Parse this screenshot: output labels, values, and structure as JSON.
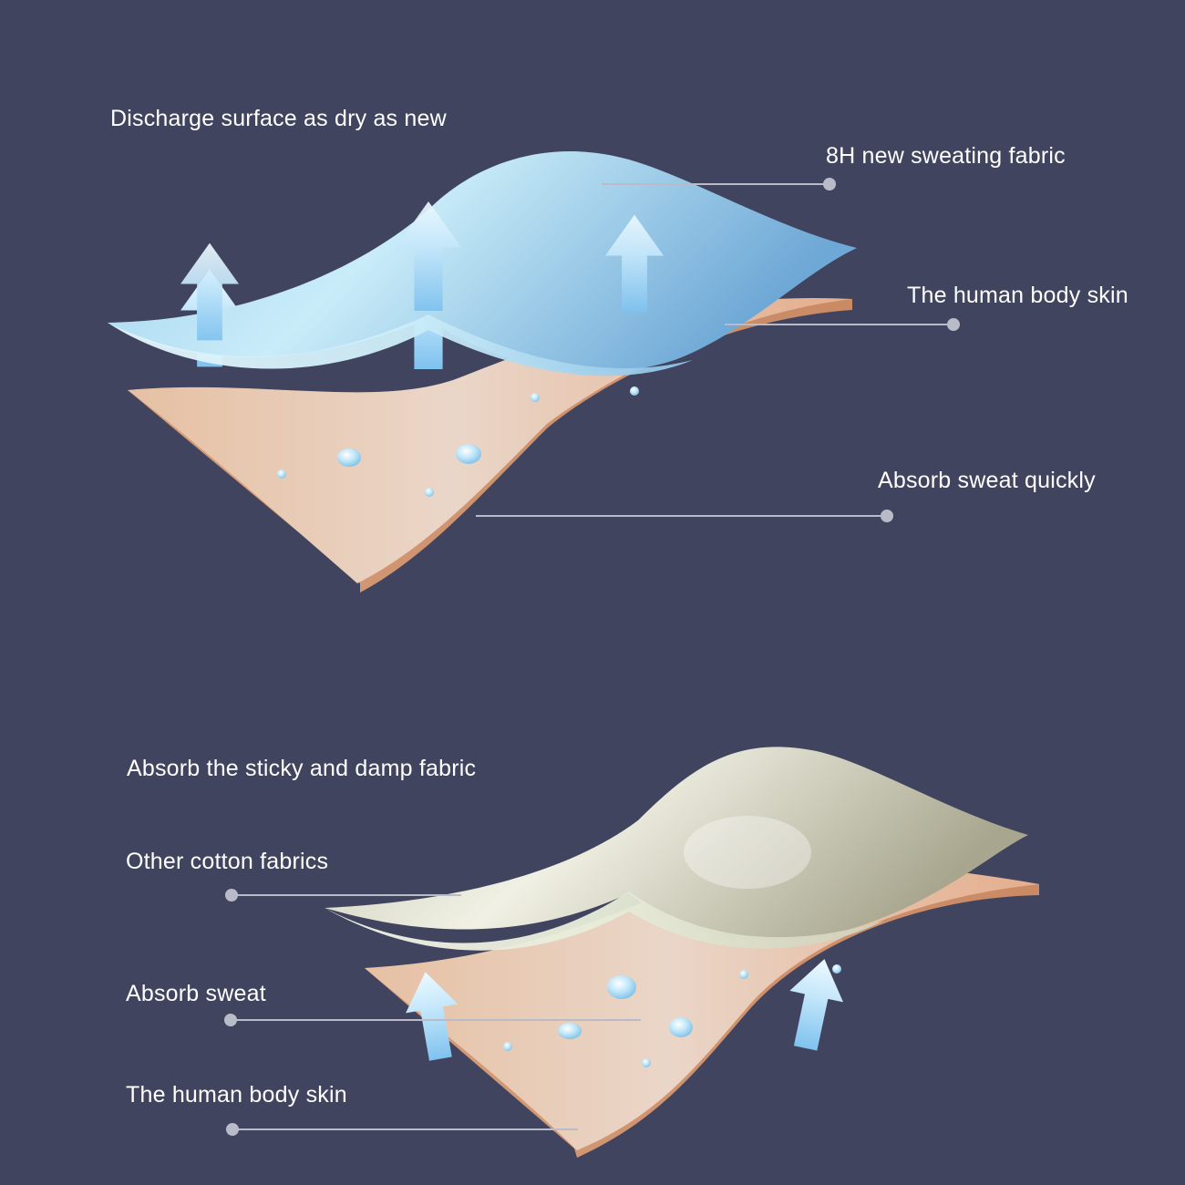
{
  "colors": {
    "background": "#41445f",
    "leader_line": "#b9bcc8",
    "new_fabric": "#a9d3ee",
    "cotton_fabric": "#d9dbc6",
    "skin": "#e8c2a4",
    "arrow": "#9fd2f2",
    "droplet": "#aadcf6"
  },
  "top_diagram": {
    "discharge_label": "Discharge surface as dry as new",
    "fabric_label": "8H new sweating fabric",
    "skin_label": "The human body skin",
    "absorb_label": "Absorb sweat quickly",
    "icons": [
      "arrow-up",
      "arrow-up",
      "arrow-up",
      "sweat-droplet"
    ]
  },
  "bottom_diagram": {
    "sticky_label": "Absorb the sticky and damp fabric",
    "cotton_label": "Other cotton fabrics",
    "sweat_label": "Absorb sweat",
    "skin_label": "The human body skin",
    "icons": [
      "arrow-up",
      "arrow-up",
      "sweat-droplet"
    ]
  }
}
